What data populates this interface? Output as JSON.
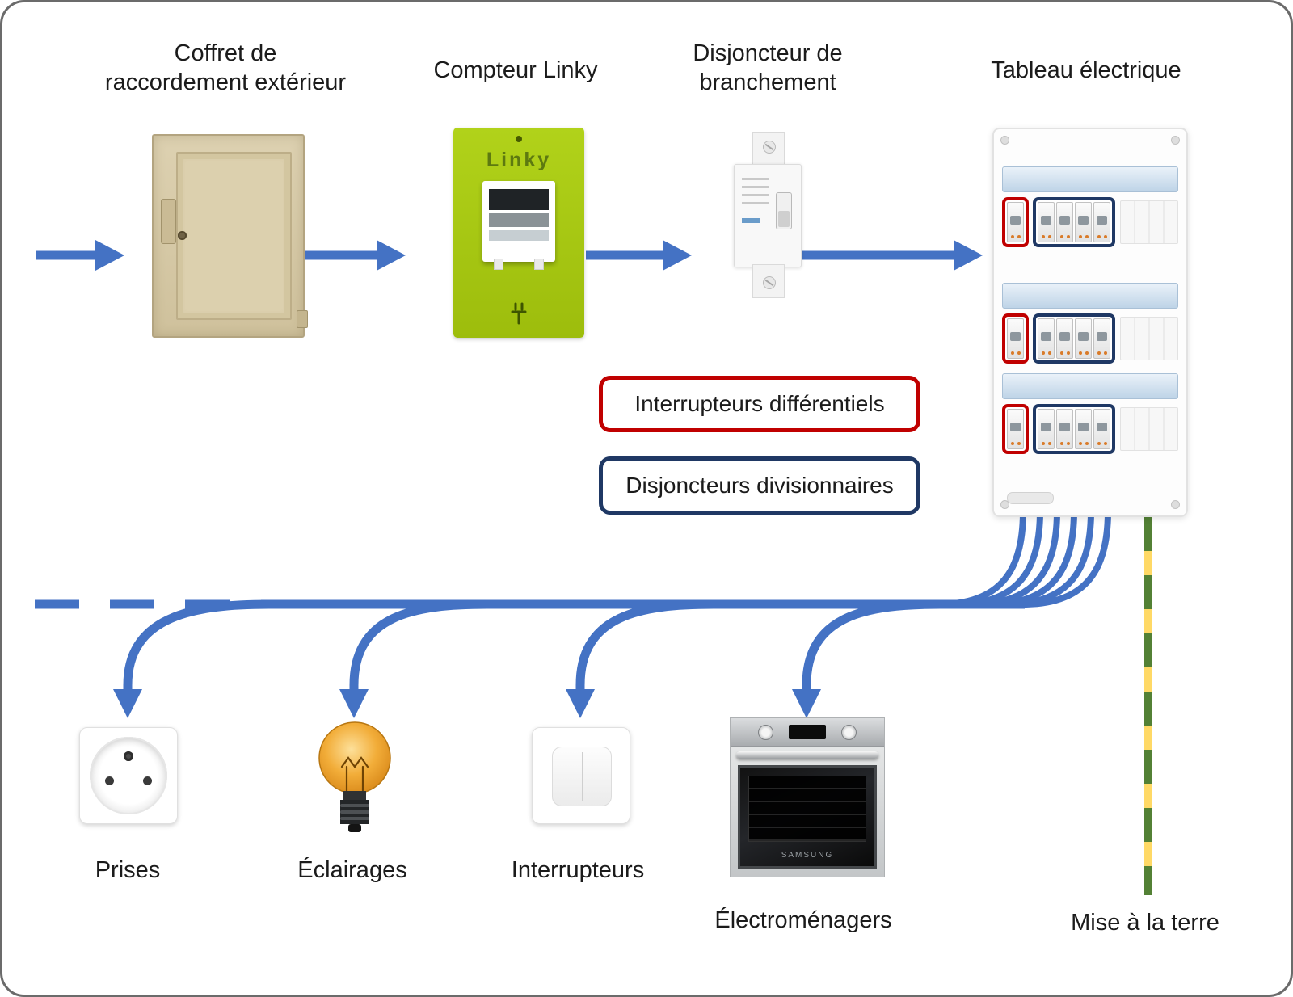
{
  "labels": {
    "coffret": "Coffret de\nraccordement extérieur",
    "compteur": "Compteur Linky",
    "disjoncteur": "Disjoncteur de\nbranchement",
    "tableau": "Tableau électrique",
    "prises": "Prises",
    "eclairages": "Éclairages",
    "interrupteurs": "Interrupteurs",
    "electromenagers": "Électroménagers",
    "terre": "Mise à la terre"
  },
  "legend": {
    "differentiels": "Interrupteurs différentiels",
    "divisionnaires": "Disjoncteurs divisionnaires"
  },
  "devices": {
    "linky_brand": "Linky",
    "oven_brand": "SAMSUNG"
  },
  "colors": {
    "arrow_blue": "#4472C4",
    "legend_red": "#C00000",
    "legend_navy": "#1F3864",
    "earth_green": "#538135",
    "earth_yellow": "#FFD966",
    "linky_green": "#A6C913"
  }
}
